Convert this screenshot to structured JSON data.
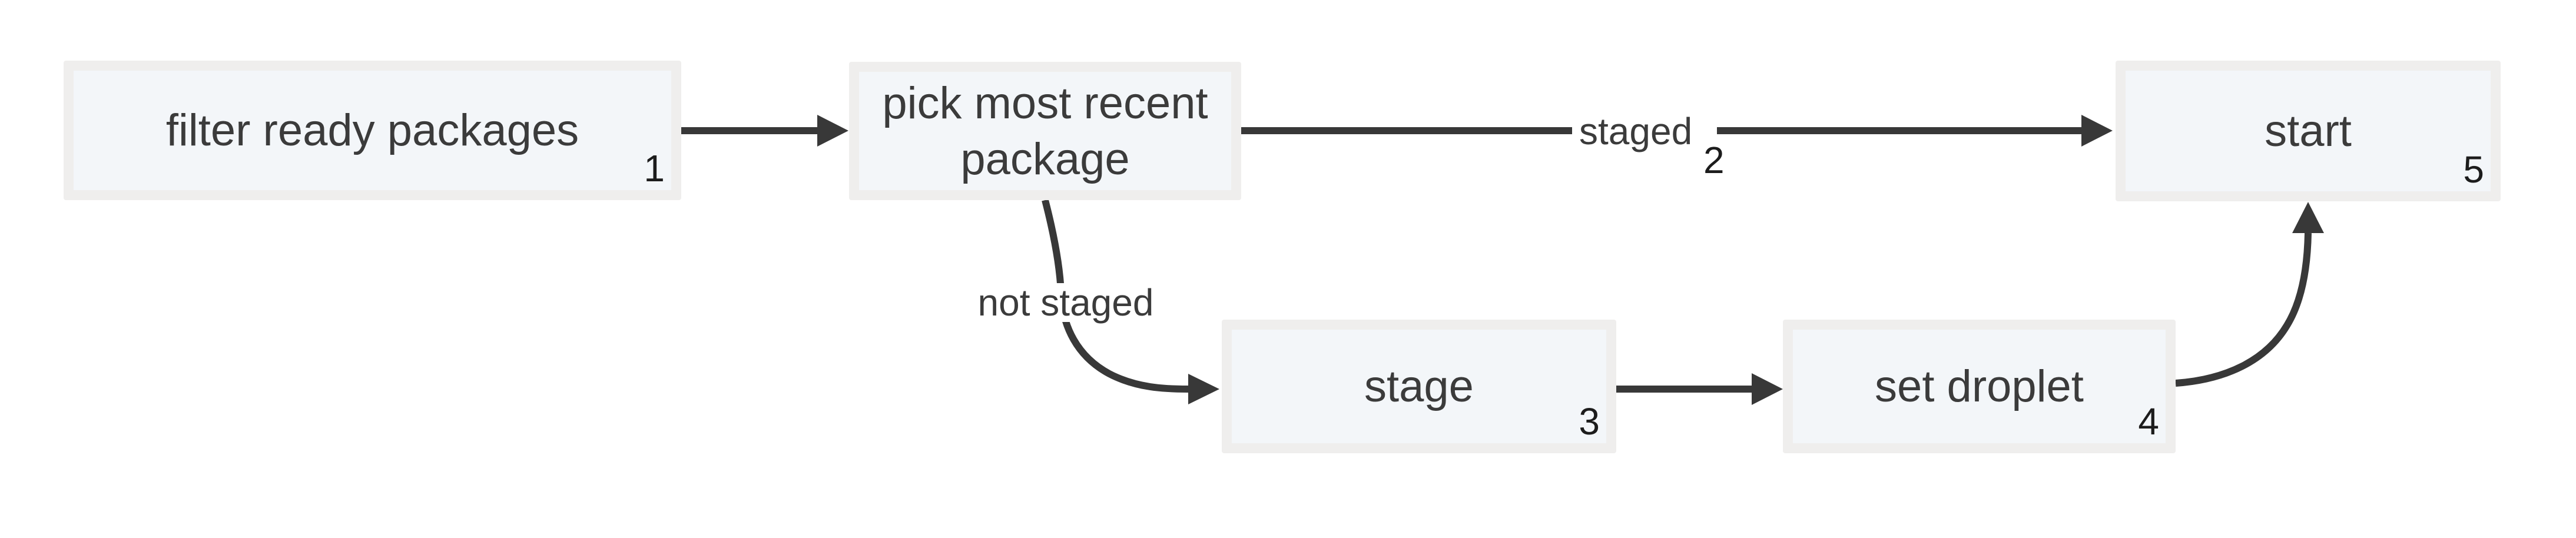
{
  "diagram": {
    "type": "flowchart",
    "background": "#ffffff",
    "node_fill": "#f3f6f9",
    "node_frame": "#efeeed",
    "edge_color": "#383838",
    "label_color": "#3b3b3b",
    "number_color": "#1c1c1c"
  },
  "nodes": [
    {
      "label": "filter ready packages",
      "number": "1"
    },
    {
      "label": "pick most recent package",
      "number": ""
    },
    {
      "label": "stage",
      "number": "3"
    },
    {
      "label": "set droplet",
      "number": "4"
    },
    {
      "label": "start",
      "number": "5"
    }
  ],
  "edges": [
    {
      "from": "filter ready packages",
      "to": "pick most recent package",
      "label": "",
      "number": ""
    },
    {
      "from": "pick most recent package",
      "to": "start",
      "label": "staged",
      "number": "2"
    },
    {
      "from": "pick most recent package",
      "to": "stage",
      "label": "not staged",
      "number": ""
    },
    {
      "from": "stage",
      "to": "set droplet",
      "label": "",
      "number": ""
    },
    {
      "from": "set droplet",
      "to": "start",
      "label": "",
      "number": ""
    }
  ]
}
